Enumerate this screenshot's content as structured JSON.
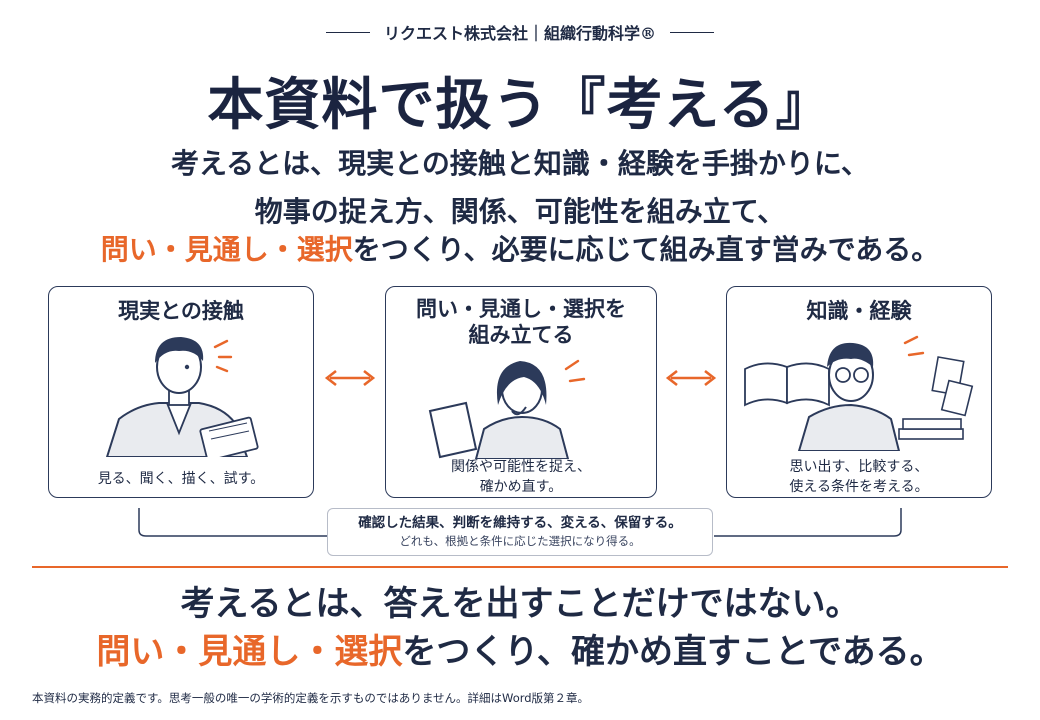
{
  "header": {
    "company": "リクエスト株式会社｜組織行動科学®"
  },
  "title": "本資料で扱う『考える』",
  "definition": {
    "line1": "考えるとは、現実との接触と知識・経験を手掛かりに、",
    "line2": "物事の捉え方、関係、可能性を組み立て、",
    "line3_highlight": "問い・見通し・選択",
    "line3_rest": "をつくり、必要に応じて組み直す営みである。"
  },
  "cards": [
    {
      "title": "現実との接触",
      "caption": "見る、聞く、描く、試す。"
    },
    {
      "title_line1": "問い・見通し・選択を",
      "title_line2": "組み立てる",
      "caption_line1": "関係や可能性を捉え、",
      "caption_line2": "確かめ直す。"
    },
    {
      "title": "知識・経験",
      "caption_line1": "思い出す、比較する、",
      "caption_line2": "使える条件を考える。"
    }
  ],
  "note": {
    "line1": "確認した結果、判断を維持する、変える、保留する。",
    "line2": "どれも、根拠と条件に応じた選択になり得る。"
  },
  "conclusion": {
    "line1": "考えるとは、答えを出すことだけではない。",
    "line2_highlight": "問い・見通し・選択",
    "line2_rest": "をつくり、確かめ直すことである。"
  },
  "footnote": "本資料の実務的定義です。思考一般の唯一の学術的定義を示すものではありません。詳細はWord版第２章。",
  "colors": {
    "accent": "#e8672a",
    "navy": "#1f2a44"
  },
  "icons": [
    "double-arrow-icon",
    "person-clipboard-icon",
    "person-laptop-icon",
    "person-book-icon"
  ]
}
